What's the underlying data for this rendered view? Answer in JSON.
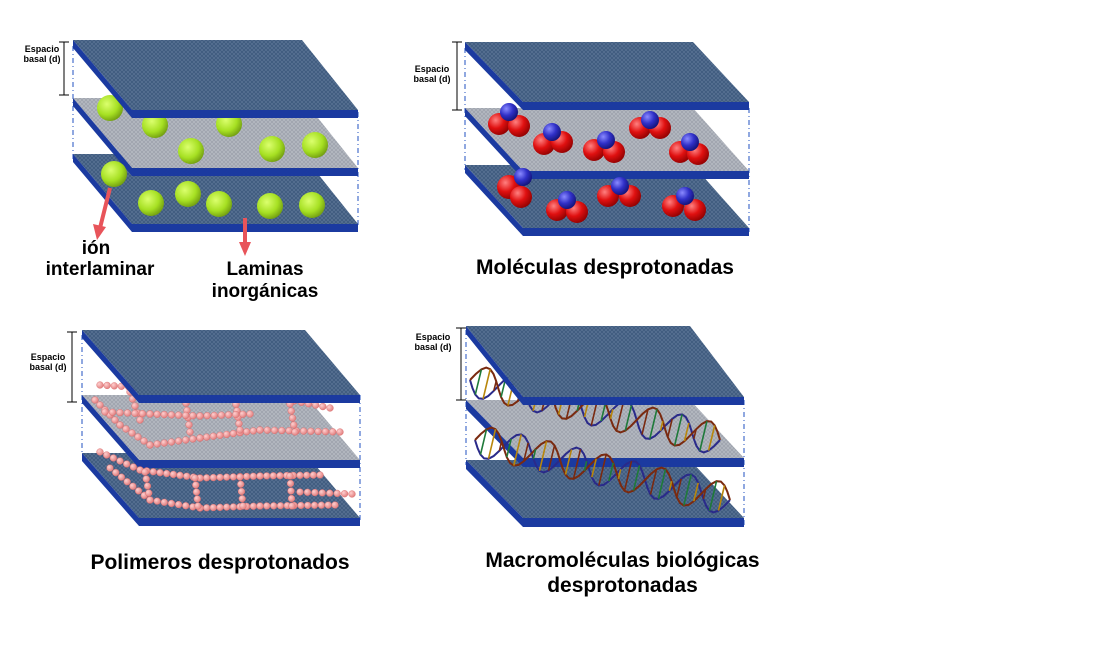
{
  "panels": [
    {
      "id": "ions",
      "spacing_label": [
        "Espacio",
        "basal (d)"
      ],
      "labels": [
        "ión",
        "interlaminar",
        "Laminas",
        "inorgánicas"
      ]
    },
    {
      "id": "molecules",
      "spacing_label": [
        "Espacio",
        "basal (d)"
      ],
      "caption": "Moléculas desprotonadas"
    },
    {
      "id": "polymers",
      "spacing_label": [
        "Espacio",
        "basal (d)"
      ],
      "caption": "Polimeros desprotonados"
    },
    {
      "id": "macromolecules",
      "spacing_label": [
        "Espacio",
        "basal (d)"
      ],
      "caption_lines": [
        "Macromoléculas biológicas",
        "desprotonadas"
      ]
    }
  ],
  "colors": {
    "sheet_top": "#3e5a7e",
    "sheet_edge": "#1b3aa0",
    "sheet_gray": "#9aa0aa",
    "ion_fill": "#a6e022",
    "arrow": "#e8545a",
    "oxygen": "#e01010",
    "nitrogen": "#3030c8",
    "polymer_bead": "#f29a9a"
  }
}
